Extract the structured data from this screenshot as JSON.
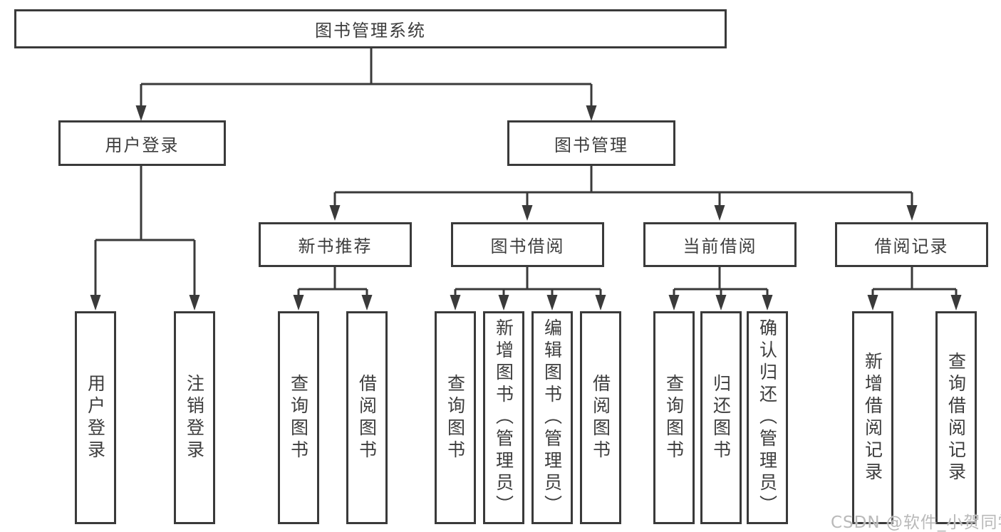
{
  "diagram": {
    "root": {
      "label": "图书管理系统"
    },
    "level1": [
      {
        "label": "用户登录",
        "children": [
          {
            "label": "用户登录"
          },
          {
            "label": "注销登录"
          }
        ]
      },
      {
        "label": "图书管理",
        "modules": [
          {
            "label": "新书推荐",
            "children": [
              {
                "label": "查询图书"
              },
              {
                "label": "借阅图书"
              }
            ]
          },
          {
            "label": "图书借阅",
            "children": [
              {
                "label": "查询图书"
              },
              {
                "label": "新增图书（管理员）"
              },
              {
                "label": "编辑图书（管理员）"
              },
              {
                "label": "借阅图书"
              }
            ]
          },
          {
            "label": "当前借阅",
            "children": [
              {
                "label": "查询图书"
              },
              {
                "label": "归还图书"
              },
              {
                "label": "确认归还（管理员）"
              }
            ]
          },
          {
            "label": "借阅记录",
            "children": [
              {
                "label": "新增借阅记录"
              },
              {
                "label": "查询借阅记录"
              }
            ]
          }
        ]
      }
    ],
    "watermark": "CSDN @软件_小贺同学",
    "colors": {
      "line": "#3a3a3a",
      "box_border": "#3a3a3a",
      "text": "#3d3d3d",
      "background": "#ffffff",
      "watermark": "#b9b9b9"
    }
  }
}
